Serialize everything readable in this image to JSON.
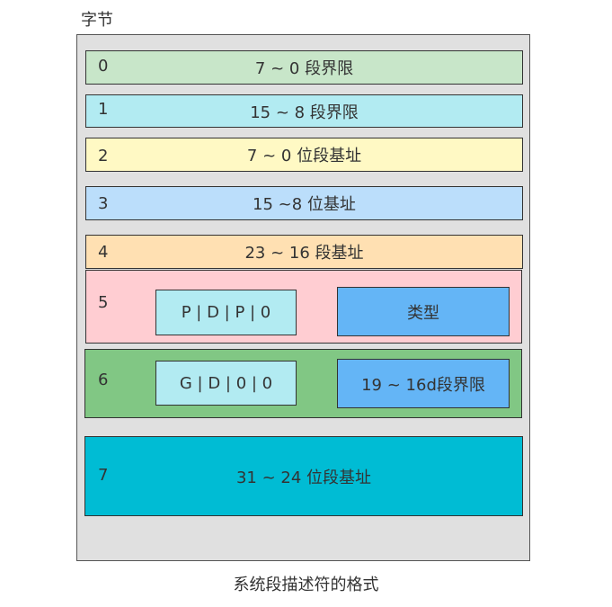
{
  "header_label": "字节",
  "caption": "系统段描述符的格式",
  "rows": [
    {
      "index": "0",
      "label": "7 ~ 0 段界限",
      "color": "#c8e6c9"
    },
    {
      "index": "1",
      "label": "15 ~ 8 段界限",
      "color": "#b2ebf2"
    },
    {
      "index": "2",
      "label": "7 ~ 0 位段基址",
      "color": "#fff9c4"
    },
    {
      "index": "3",
      "label": "15 ~8 位基址",
      "color": "#bbdefb"
    },
    {
      "index": "4",
      "label": "23 ~ 16 段基址",
      "color": "#ffe0b2"
    },
    {
      "index": "5",
      "color": "#ffcdd2",
      "fields": [
        {
          "label": "P | D | P | 0",
          "color": "#b2ebf2"
        },
        {
          "label": "类型",
          "color": "#64b5f6"
        }
      ]
    },
    {
      "index": "6",
      "color": "#81c784",
      "fields": [
        {
          "label": "G | D | 0 | 0",
          "color": "#b2ebf2"
        },
        {
          "label": "19 ~ 16d段界限",
          "color": "#64b5f6"
        }
      ]
    },
    {
      "index": "7",
      "label": "31 ~ 24 位段基址",
      "color": "#00bcd4"
    }
  ]
}
